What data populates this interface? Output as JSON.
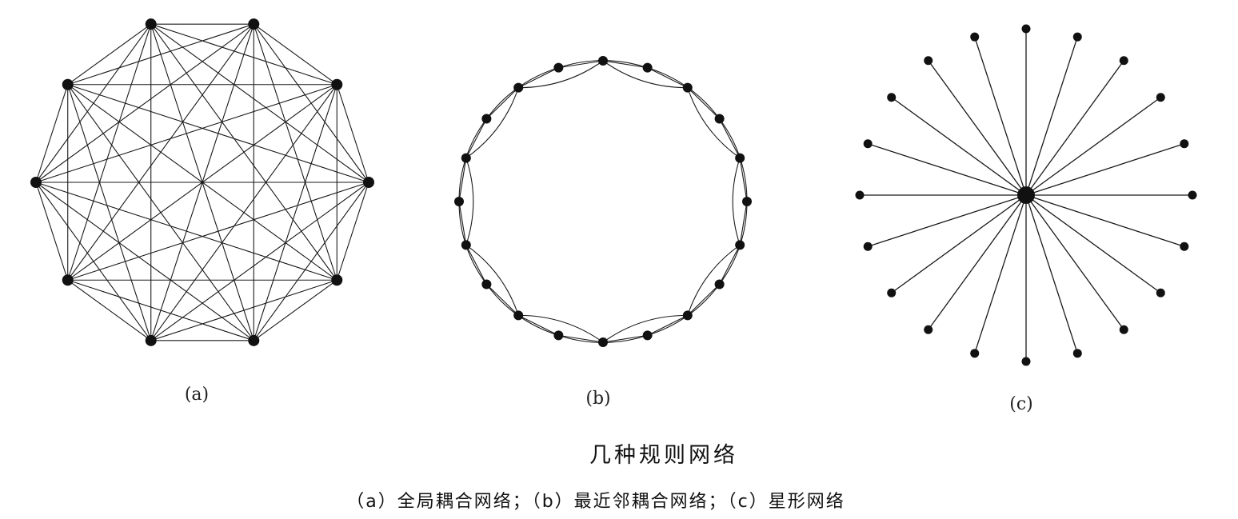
{
  "figure": {
    "panels": [
      {
        "id": "a",
        "label": "(a)",
        "type": "global-coupled",
        "nodes": 10
      },
      {
        "id": "b",
        "label": "(b)",
        "type": "nearest-neighbor-coupled",
        "nodes": 20,
        "neighbor_distance": 2
      },
      {
        "id": "c",
        "label": "(c)",
        "type": "star",
        "nodes": 20
      }
    ],
    "title": "几种规则网络",
    "subtitle": "（a）全局耦合网络；（b）最近邻耦合网络；（c）星形网络"
  },
  "colors": {
    "ink": "#111111",
    "background": "#ffffff"
  }
}
